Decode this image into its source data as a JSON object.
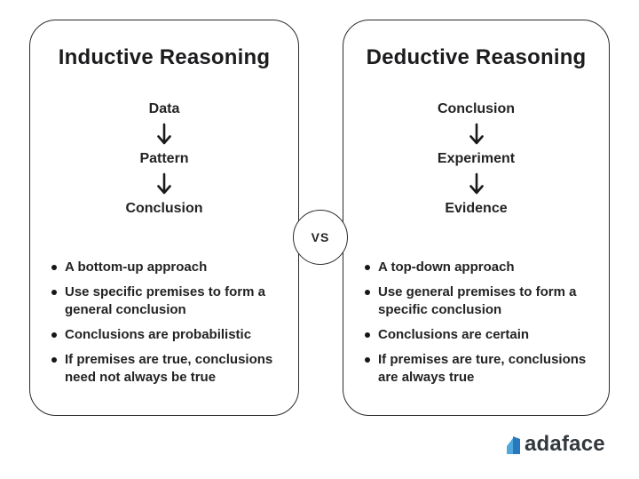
{
  "vs": {
    "label": "VS"
  },
  "panels": [
    {
      "id": "inductive",
      "title": "Inductive Reasoning",
      "flow": [
        "Data",
        "Pattern",
        "Conclusion"
      ],
      "bullets": [
        {
          "lines": [
            "A bottom-up approach"
          ]
        },
        {
          "lines": [
            "Use specific premises to form a",
            "general conclusion"
          ]
        },
        {
          "lines": [
            "Conclusions are probabilistic"
          ]
        },
        {
          "lines": [
            "If premises are true, conclusions",
            "need not always be true"
          ]
        }
      ]
    },
    {
      "id": "deductive",
      "title": "Deductive Reasoning",
      "flow": [
        "Conclusion",
        "Experiment",
        "Evidence"
      ],
      "bullets": [
        {
          "lines": [
            "A top-down approach"
          ]
        },
        {
          "lines": [
            "Use general premises to form a",
            "specific conclusion"
          ]
        },
        {
          "lines": [
            "Conclusions are certain"
          ]
        },
        {
          "lines": [
            "If premises are ture, conclusions",
            "are always true"
          ]
        }
      ]
    }
  ],
  "logo": {
    "text": "adaface"
  },
  "colors": {
    "panel_border": "#2b2b2b",
    "text": "#232325",
    "logo_text": "#33383d",
    "logo_blue_light": "#4fa8de",
    "logo_blue_dark": "#2878be"
  }
}
